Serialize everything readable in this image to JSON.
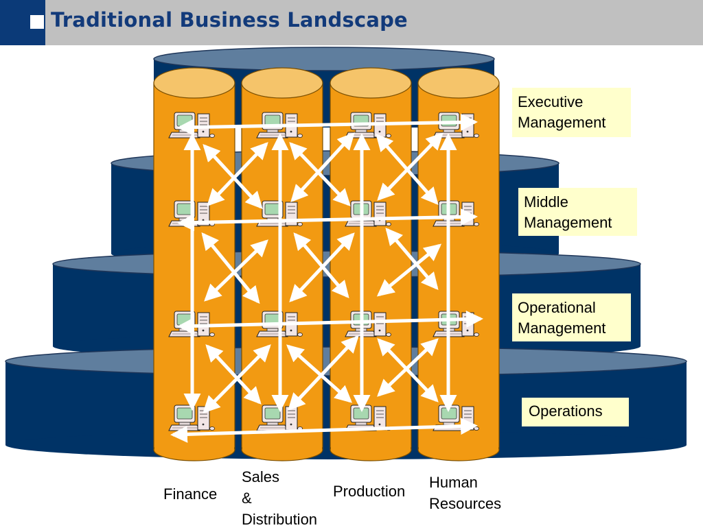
{
  "title": "Traditional Business Landscape",
  "levels": [
    {
      "label": "Executive\nManagement"
    },
    {
      "label": "Middle\nManagement"
    },
    {
      "label": "Operational\nManagement"
    },
    {
      "label": "Operations"
    }
  ],
  "departments": [
    {
      "label": "Finance"
    },
    {
      "label": "Sales\n&\nDistribution"
    },
    {
      "label": "Production"
    },
    {
      "label": "Human\nResources"
    }
  ],
  "colors": {
    "header_bg": "#c0c0c0",
    "header_accent": "#0b3a78",
    "title": "#123a7a",
    "tier_fill": "#003366",
    "tier_top": "#5f7e9e",
    "silo_fill": "#f29a12",
    "silo_top": "#f5c46a",
    "label_bg": "#ffffcc",
    "arrow": "#ffffff"
  },
  "icons": {
    "computer": "computer-icon",
    "arrow": "double-headed-arrow"
  }
}
